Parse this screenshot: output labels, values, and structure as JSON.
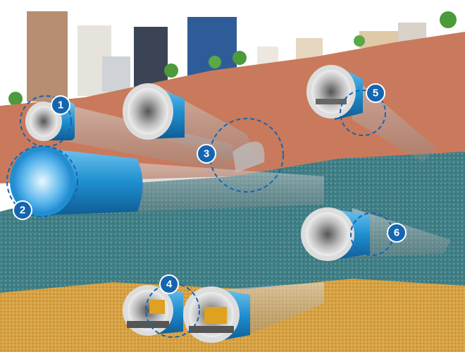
{
  "colors": {
    "soil": "#c97a5c",
    "gravel": "#3f7f86",
    "sand": "#d9a64a",
    "tunnel_blue": "#1f8fd0",
    "badge": "#1565b0"
  },
  "markers": [
    {
      "label": "1"
    },
    {
      "label": "2"
    },
    {
      "label": "3"
    },
    {
      "label": "4"
    },
    {
      "label": "5"
    },
    {
      "label": "6"
    }
  ]
}
